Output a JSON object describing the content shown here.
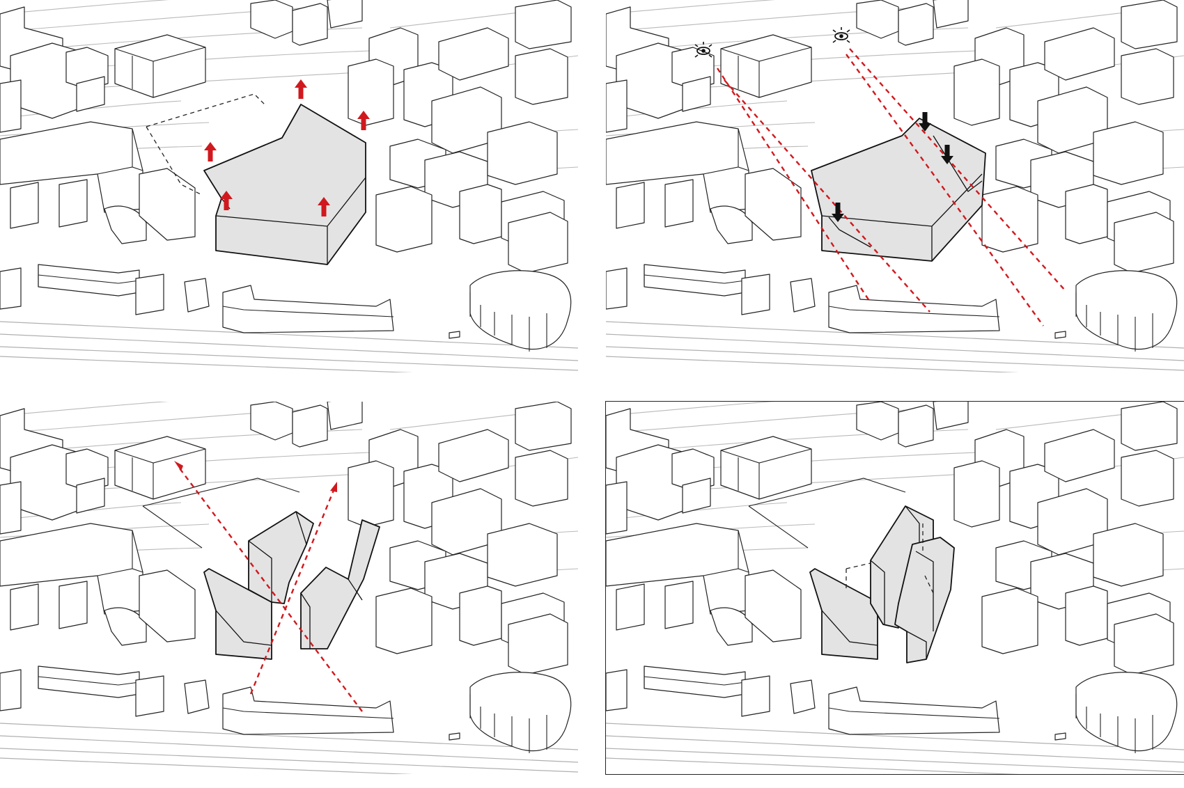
{
  "panels": [
    {
      "id": "p1",
      "frame": false,
      "overlay": "extrusion-arrows"
    },
    {
      "id": "p2",
      "frame": false,
      "overlay": "sightlines"
    },
    {
      "id": "p3",
      "frame": false,
      "overlay": "pedestrian-paths"
    },
    {
      "id": "p4",
      "frame": true,
      "overlay": "final-massing"
    }
  ],
  "colors": {
    "highlight_fill": "#e3e3e3",
    "arrow_red": "#d0191e",
    "arrow_black": "#111111",
    "contour": "#b9b9b9",
    "outline": "#222222"
  },
  "icons": [
    "eye-icon",
    "up-arrow-icon",
    "down-arrow-icon"
  ]
}
